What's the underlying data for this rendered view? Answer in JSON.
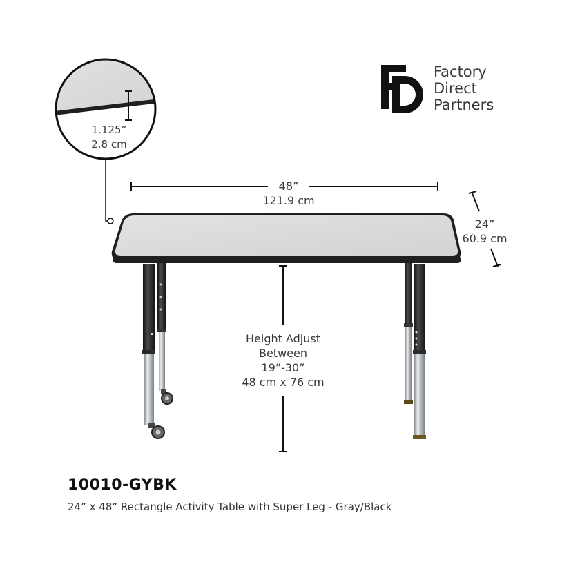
{
  "brand": {
    "logo_letters": "FD",
    "name_lines": [
      "Factory",
      "Direct",
      "Partners"
    ]
  },
  "thickness": {
    "inches": "1.125”",
    "cm": "2.8 cm"
  },
  "width": {
    "inches": "48”",
    "cm": "121.9 cm"
  },
  "depth": {
    "inches": "24”",
    "cm": "60.9 cm"
  },
  "height": {
    "lines": [
      "Height Adjust",
      "Between",
      "19”-30”",
      "48 cm x 76 cm"
    ]
  },
  "product": {
    "sku": "10010-GYBK",
    "description": "24” x 48” Rectangle Activity Table with Super Leg - Gray/Black"
  },
  "colors": {
    "top_surface": "#d9d9d9",
    "edge_band": "#1f1f1f",
    "leg_upper": "#2a2a2a",
    "leg_chrome": "#bfc3c6",
    "text": "#3a3a3a"
  }
}
